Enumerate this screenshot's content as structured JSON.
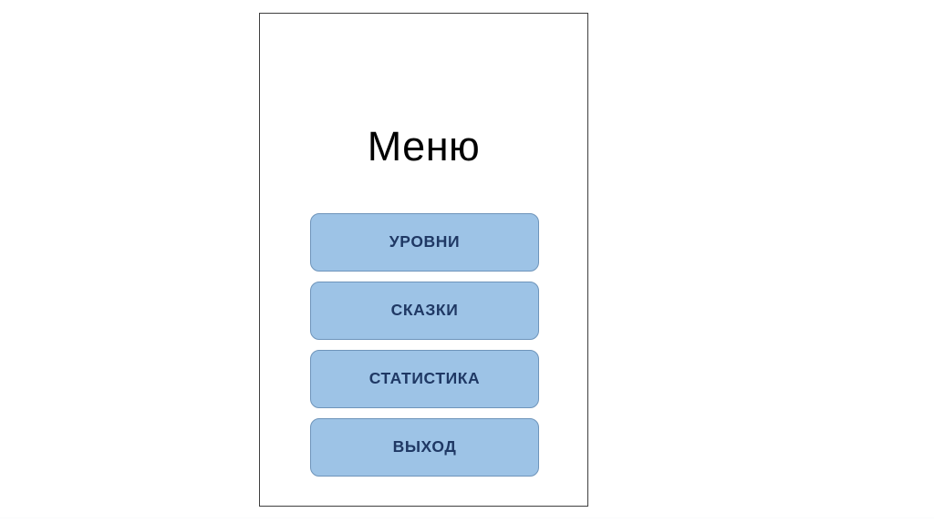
{
  "screen": {
    "title": "Меню",
    "background_color": "#ffffff",
    "frame_border_color": "#3f3f3f",
    "title_color": "#000000"
  },
  "theme": {
    "button_fill": "#9dc3e6",
    "button_border": "#6e94ba",
    "button_text_color": "#1f3864",
    "page_background": "#ffffff",
    "hairline": "#fafbfc"
  },
  "menu": {
    "buttons": [
      {
        "label": "УРОВНИ",
        "name": "levels"
      },
      {
        "label": "СКАЗКИ",
        "name": "tales"
      },
      {
        "label": "СТАТИСТИКА",
        "name": "statistics"
      },
      {
        "label": "ВЫХОД",
        "name": "exit"
      }
    ]
  }
}
